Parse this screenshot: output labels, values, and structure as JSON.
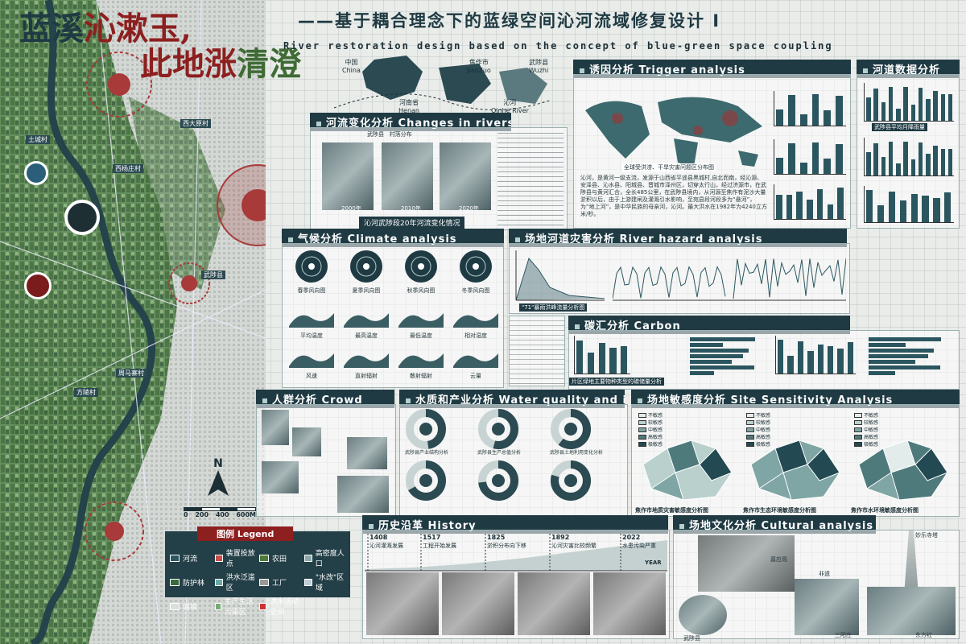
{
  "headline": {
    "line1_part1": "蓝溪",
    "line1_part2": "沁漱玉,",
    "line2_part1": "此地涨",
    "line2_part2": "清澄"
  },
  "subtitle_cn": "——基于耦合理念下的蓝绿空间沁河流域修复设计 I",
  "subtitle_en": "River restoration design based on the concept of blue-green space coupling",
  "location": {
    "china_cn": "中国",
    "china_en": "China",
    "henan_cn": "河南省",
    "henan_en": "Henan",
    "jiaozuo_cn": "焦作市",
    "jiaozuo_en": "JiaoZuo",
    "wuzhi_cn": "武陟县",
    "wuzhi_en": "Wuzhi",
    "qinhe_cn": "沁河",
    "qinhe_en": "Qinhe River"
  },
  "map": {
    "villages": [
      "西大原村",
      "土城村",
      "西杨庄村",
      "武陟县",
      "周马寨村",
      "方陵村"
    ],
    "scale_labels": [
      "0",
      "200",
      "400",
      "600M"
    ],
    "north": "N",
    "watermarks": [
      "China",
      "Wuzhi",
      "Henan",
      "沁河",
      "Qinhe River"
    ]
  },
  "legend": {
    "title": "图例 Legend",
    "items": [
      {
        "label": "河流",
        "color": "#2b5660"
      },
      {
        "label": "装置投放点",
        "color": "#c94b4b"
      },
      {
        "label": "农田",
        "color": "#4d7a3a"
      },
      {
        "label": "高密度人口",
        "color": "#8aa"
      },
      {
        "label": "防护林",
        "color": "#3a6b40"
      },
      {
        "label": "洪水泛滥区",
        "color": "#6aa"
      },
      {
        "label": "工厂",
        "color": "#999"
      },
      {
        "label": "\"水改\"区域",
        "color": "#bcd"
      },
      {
        "label": "城镇",
        "color": "#ddd"
      },
      {
        "label": "生产生活污染区",
        "color": "#7a7"
      },
      {
        "label": "洪水活动空间",
        "color": "#c33"
      }
    ]
  },
  "sections": {
    "changes": "河流变化分析 Changes in rivers",
    "changes_legend": [
      "武陟县",
      "村落分布"
    ],
    "changes_years": [
      "2000年",
      "2010年",
      "2020年"
    ],
    "changes_caption": "沁河武陟段20年河流变化情况",
    "trigger": "诱因分析 Trigger analysis",
    "trigger_caption": "全球受洪涝、干旱灾害问题区分布图",
    "trigger_text": "沁河，是黄河一级支流，发源于山西省平遥县黑城村,自北而南，经沁源、安泽县、沁水县、阳城县、晋城市泽州区，切穿太行山，经过济源市，在武陟县与黄河汇合，全长485公里，在武陟县境内，从河源至焦作有泥沙大量淤积以后，由于上游建闸及灌溉引水影响，至宛县段河段多为“悬河”，为“地上河”，是中华民族的母亲河，沁河。最大洪水在1982年为4240立方米/秒。",
    "river_data": "河道数据分析",
    "river_data_caption": "武陟县平均月降雨量",
    "climate": "气候分析 Climate analysis",
    "climate_labels": [
      "春季风向图",
      "夏季风向图",
      "秋季风向图",
      "冬季风向图"
    ],
    "climate_labels2": [
      "平均温度",
      "最高温度",
      "最低温度",
      "相对湿度"
    ],
    "climate_labels3": [
      "风速",
      "直射辐射",
      "散射辐射",
      "云量"
    ],
    "hazard": "场地河道灾害分析 River hazard analysis",
    "hazard_caption": "\"71\"暴雨洪峰流量分析图",
    "carbon": "碳汇分析 Carbon",
    "carbon_caption": "片区绿地主要物种类型的碳储量分析",
    "crowd": "人群分析 Crowd",
    "water": "水质和产业分析 Water quality and industry",
    "water_captions": [
      "武陟县产业结构分析",
      "武陟县生产总值分析",
      "武陟县土地利用变化分析"
    ],
    "sensitivity": "场地敏感度分析 Site Sensitivity Analysis",
    "sensitivity_legend": [
      "不敏感",
      "较敏感",
      "中敏感",
      "高敏感",
      "极敏感"
    ],
    "sensitivity_captions": [
      "焦作市地质灾害敏感度分析图",
      "焦作市生态环境敏感度分析图",
      "焦作市水环境敏感度分析图"
    ],
    "history": "历史沿革 History",
    "history_years": [
      "1408",
      "1517",
      "1825",
      "1892",
      "2022"
    ],
    "history_events": [
      "沁河灌溉发展",
      "工程开始发展",
      "淤积分布向下移",
      "沁河灾害比较频繁",
      "水患污染严重"
    ],
    "history_axis": "YEAR",
    "cultural": "场地文化分析 Cultural analysis",
    "cultural_labels": [
      "武陟县",
      "妙乐寺塔",
      "嘉应观",
      "非遗",
      "三阳庄",
      "东方红"
    ]
  }
}
